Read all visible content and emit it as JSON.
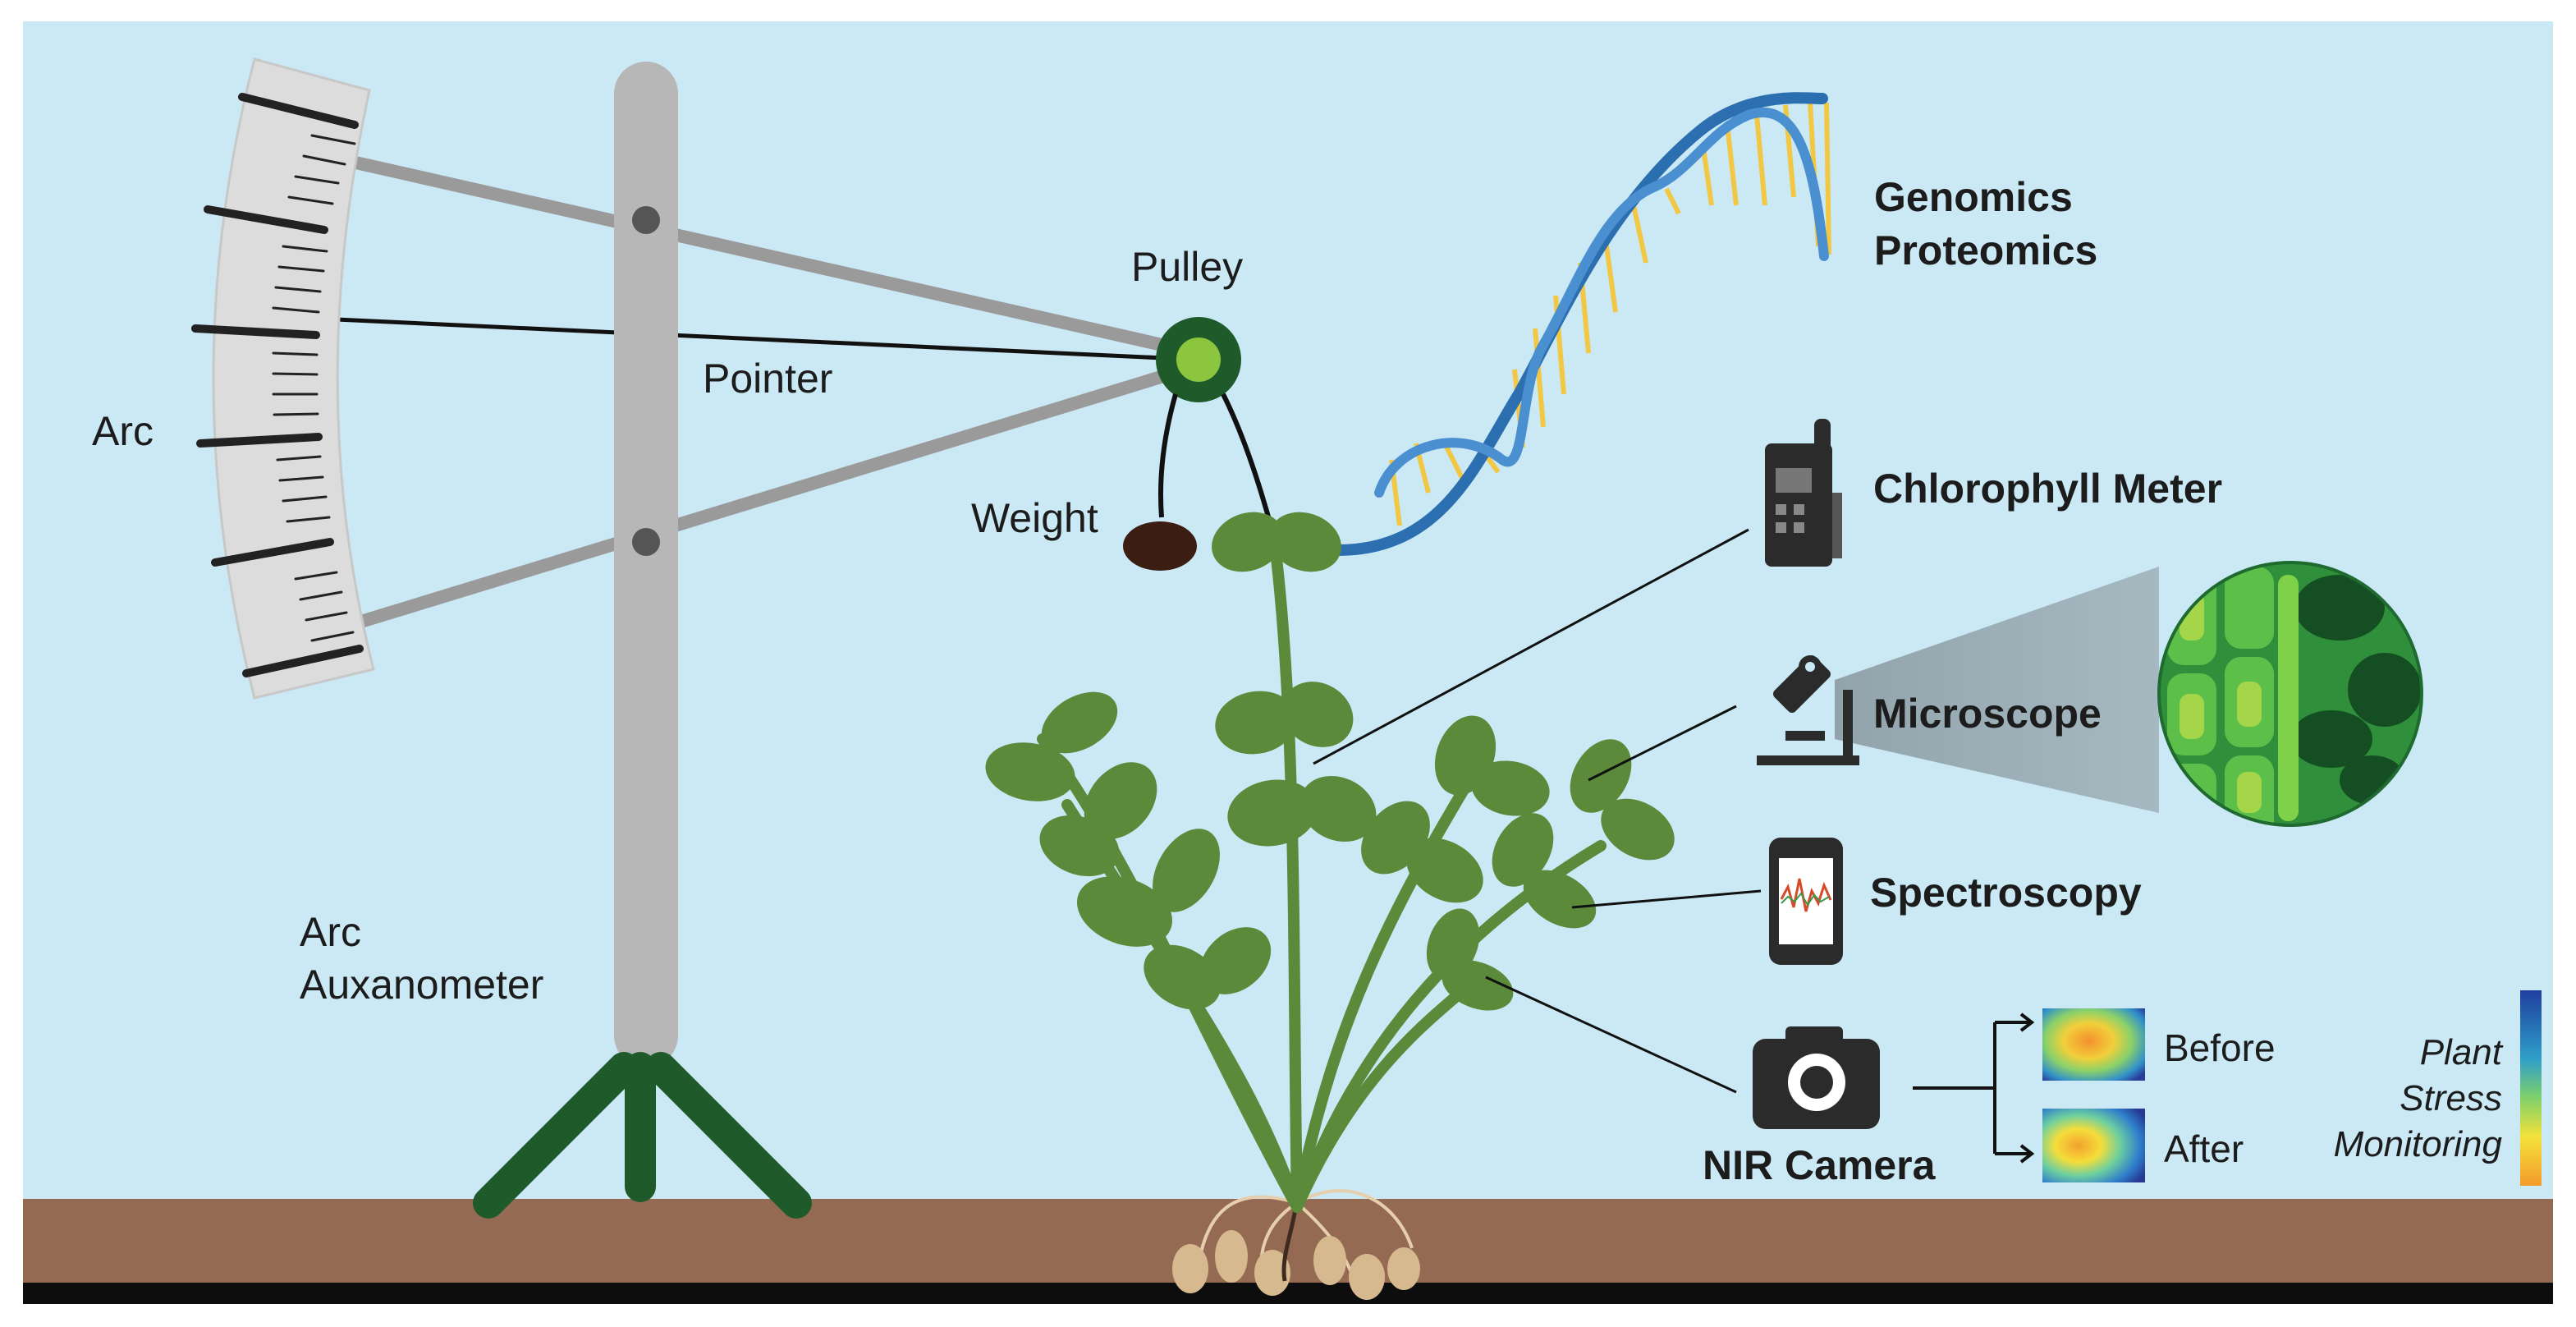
{
  "labels": {
    "arc": "Arc",
    "pointer": "Pointer",
    "pulley": "Pulley",
    "weight": "Weight",
    "arc_auxanometer_line1": "Arc",
    "arc_auxanometer_line2": "Auxanometer",
    "genomics": "Genomics",
    "proteomics": "Proteomics",
    "chlorophyll_meter": "Chlorophyll Meter",
    "microscope": "Microscope",
    "spectroscopy": "Spectroscopy",
    "nir_camera": "NIR Camera",
    "before": "Before",
    "after": "After",
    "stress_line1": "Plant",
    "stress_line2": "Stress",
    "stress_line3": "Monitoring"
  },
  "colors": {
    "sky": "#cbe9f5",
    "soil": "#946a52",
    "ground_bar": "#0d0d0d",
    "plant_green": "#5a8a3a",
    "dark_green": "#1f5a2a",
    "device_dark": "#2b2b2b",
    "pole_gray": "#b7b7b7",
    "dna_blue": "#2c6fb0",
    "dna_yellow": "#f2c744"
  },
  "icons": {
    "chlorophyll": "chlorophyll-meter-icon",
    "microscope": "microscope-icon",
    "spectroscopy": "smartphone-spectrum-icon",
    "camera": "camera-icon"
  }
}
